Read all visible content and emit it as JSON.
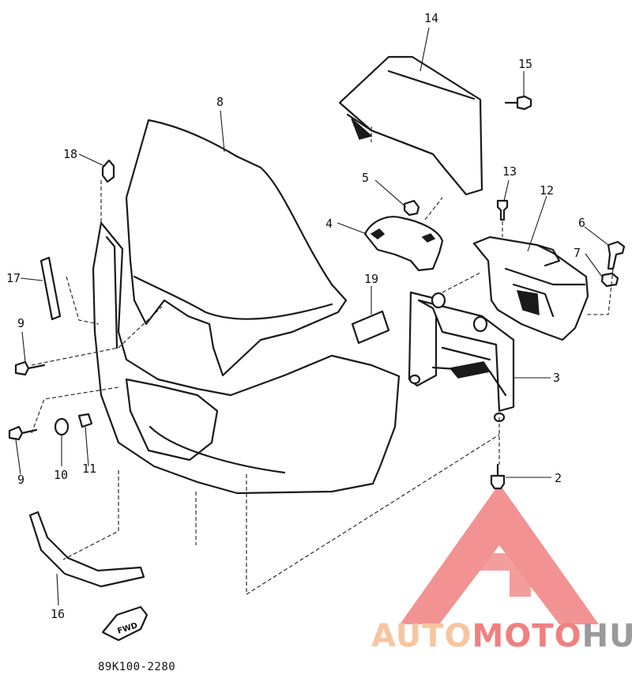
{
  "callouts": {
    "c2": "2",
    "c3": "3",
    "c4": "4",
    "c5": "5",
    "c6": "6",
    "c7": "7",
    "c8": "8",
    "c9a": "9",
    "c9b": "9",
    "c10": "10",
    "c11": "11",
    "c12": "12",
    "c13": "13",
    "c14": "14",
    "c15": "15",
    "c16": "16",
    "c17": "17",
    "c18": "18",
    "c19": "19"
  },
  "fwd_label": "FWD",
  "diagram_code": "89K100-2280",
  "watermark": {
    "auto": "AUTO",
    "moto": "MOTO",
    "hub": "HUB",
    "colors": {
      "triangle": "#f08080",
      "auto": "#f7c59f",
      "moto": "#f08080",
      "hub": "#9a9a9a"
    }
  }
}
